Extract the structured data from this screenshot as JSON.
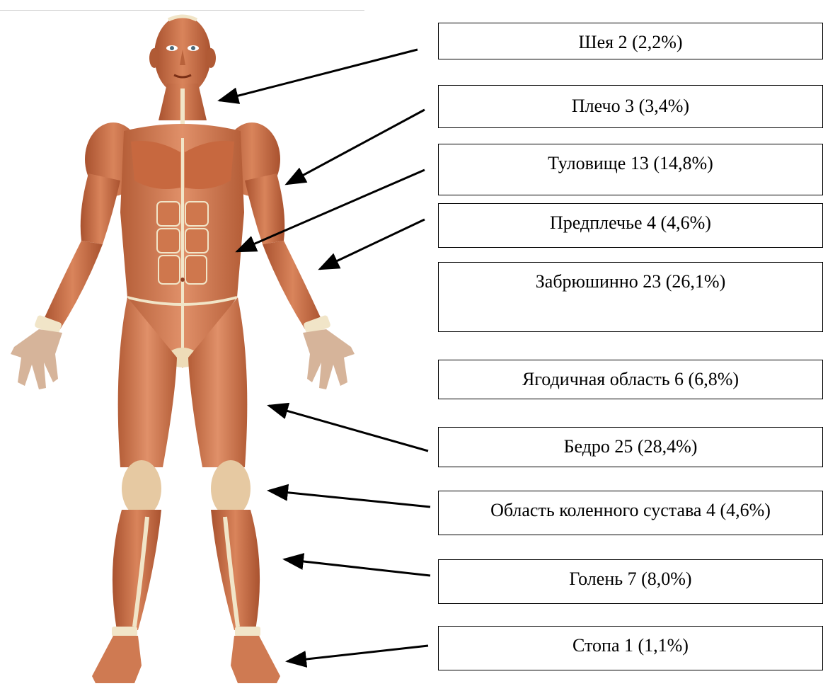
{
  "labels": {
    "neck": "Шея 2 (2,2%)",
    "shoulder": "Плечо 3 (3,4%)",
    "torso": "Туловище 13 (14,8%)",
    "forearm": "Предплечье 4 (4,6%)",
    "retroperitoneal": "Забрюшинно 23 (26,1%)",
    "gluteal": "Ягодичная область 6 (6,8%)",
    "thigh": "Бедро 25 (28,4%)",
    "knee": "Область коленного сустава 4 (4,6%)",
    "shin": "Голень 7 (8,0%)",
    "foot": "Стопа 1  (1,1%)"
  },
  "colors": {
    "muscle": "#c9714a",
    "muscle_dark": "#8f3f22",
    "tendon": "#f1e5c8",
    "outline": "#000000"
  }
}
